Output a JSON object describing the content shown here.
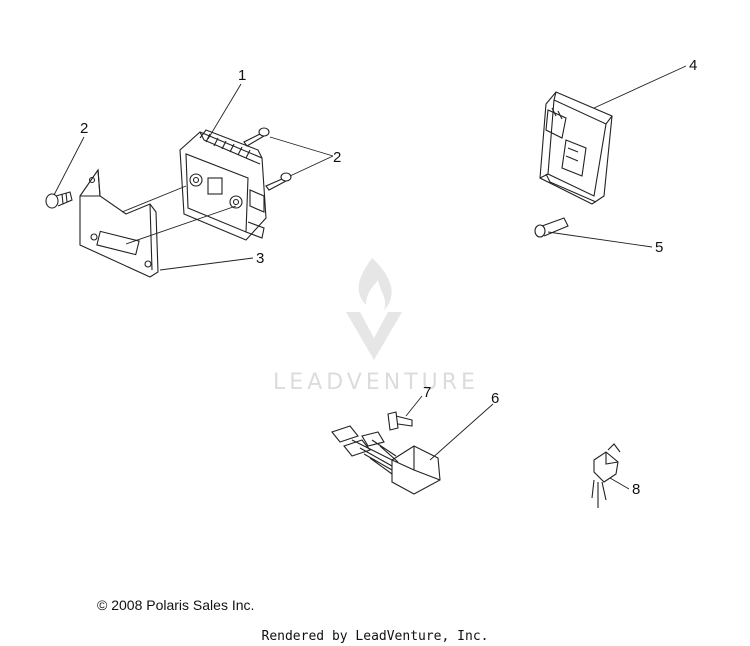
{
  "watermark": {
    "text": "LEADVENTURE"
  },
  "callouts": [
    {
      "id": "c1",
      "label": "1"
    },
    {
      "id": "c2a",
      "label": "2"
    },
    {
      "id": "c2b",
      "label": "2"
    },
    {
      "id": "c3",
      "label": "3"
    },
    {
      "id": "c4",
      "label": "4"
    },
    {
      "id": "c5",
      "label": "5"
    },
    {
      "id": "c6",
      "label": "6"
    },
    {
      "id": "c7",
      "label": "7"
    },
    {
      "id": "c8",
      "label": "8"
    }
  ],
  "footer": {
    "copyright": "© 2008 Polaris Sales Inc.",
    "rendered_by": "Rendered by LeadVenture, Inc."
  },
  "colors": {
    "line": "#222222",
    "watermark": "#dcdcdc"
  }
}
